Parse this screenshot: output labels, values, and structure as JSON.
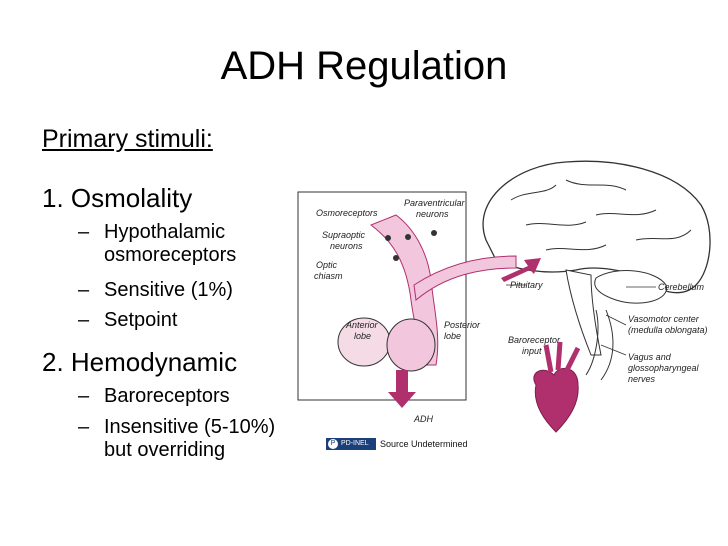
{
  "slide": {
    "title": "ADH Regulation",
    "stimuli_heading": "Primary stimuli:",
    "sections": [
      {
        "heading": "1. Osmolality",
        "bullets": [
          [
            "Hypothalamic",
            "osmoreceptors"
          ],
          [
            "Sensitive (1%)"
          ],
          [
            "Setpoint"
          ]
        ]
      },
      {
        "heading": "2. Hemodynamic",
        "bullets": [
          [
            "Baroreceptors"
          ],
          [
            "Insensitive (5-10%)",
            "but overriding"
          ]
        ]
      }
    ]
  },
  "figure": {
    "labels": {
      "osmoreceptors": "Osmoreceptors",
      "paraventricular_1": "Paraventricular",
      "paraventricular_2": "neurons",
      "supraoptic_1": "Supraoptic",
      "supraoptic_2": "neurons",
      "optic_1": "Optic",
      "optic_2": "chiasm",
      "anterior_1": "Anterior",
      "anterior_2": "lobe",
      "posterior_1": "Posterior",
      "posterior_2": "lobe",
      "pituitary": "Pituitary",
      "adh": "ADH",
      "cerebellum": "Cerebellum",
      "vasomotor_1": "Vasomotor center",
      "vasomotor_2": "(medulla oblongata)",
      "baroreceptor_1": "Baroreceptor",
      "baroreceptor_2": "input",
      "vagus_1": "Vagus and",
      "vagus_2": "glossopharyngeal",
      "vagus_3": "nerves"
    },
    "colors": {
      "magenta": "#b0306e",
      "pink_light": "#f2c6dc",
      "outline": "#333333"
    }
  },
  "license": {
    "badge_text": "PD-INEL",
    "source_text": "Source Undetermined"
  }
}
